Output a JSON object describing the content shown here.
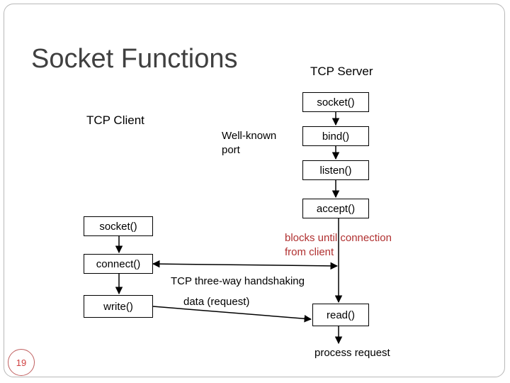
{
  "slide": {
    "title": "Socket Functions",
    "page_number": "19"
  },
  "server": {
    "heading": "TCP Server",
    "socket": "socket()",
    "bind": "bind()",
    "listen": "listen()",
    "accept": "accept()",
    "read": "read()",
    "process": "process request",
    "well_known_line1": "Well-known",
    "well_known_line2": "port",
    "blocks_line1": "blocks until connection",
    "blocks_line2": "from client"
  },
  "client": {
    "heading": "TCP Client",
    "socket": "socket()",
    "connect": "connect()",
    "write": "write()"
  },
  "links": {
    "handshake": "TCP three-way handshaking",
    "data": "data (request)"
  },
  "colors": {
    "title": "#404040",
    "note": "#b03030",
    "page_number": "#d04040"
  }
}
